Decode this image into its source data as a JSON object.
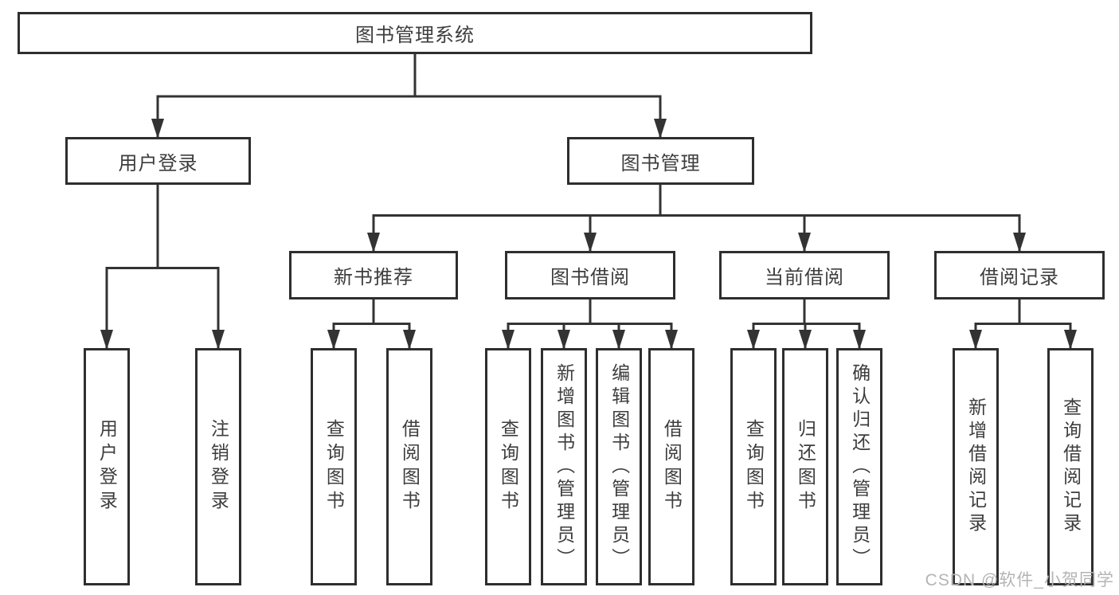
{
  "root": {
    "label": "图书管理系统"
  },
  "branches": [
    {
      "label": "用户登录",
      "children": [
        {
          "label": "用户登录"
        },
        {
          "label": "注销登录"
        }
      ]
    },
    {
      "label": "图书管理",
      "children": [
        {
          "label": "新书推荐",
          "children": [
            {
              "label": "查询图书"
            },
            {
              "label": "借阅图书"
            }
          ]
        },
        {
          "label": "图书借阅",
          "children": [
            {
              "label": "查询图书"
            },
            {
              "label": "新增图书（管理员）"
            },
            {
              "label": "编辑图书（管理员）"
            },
            {
              "label": "借阅图书"
            }
          ]
        },
        {
          "label": "当前借阅",
          "children": [
            {
              "label": "查询图书"
            },
            {
              "label": "归还图书"
            },
            {
              "label": "确认归还（管理员）"
            }
          ]
        },
        {
          "label": "借阅记录",
          "children": [
            {
              "label": "新增借阅记录"
            },
            {
              "label": "查询借阅记录"
            }
          ]
        }
      ]
    }
  ],
  "watermark": {
    "text": "CSDN @软件_小贺同学"
  },
  "colors": {
    "line": "#333333",
    "border": "#2e2e2e",
    "text": "#3d3d3d",
    "watermark": "#b4b4b4",
    "background": "#ffffff"
  }
}
